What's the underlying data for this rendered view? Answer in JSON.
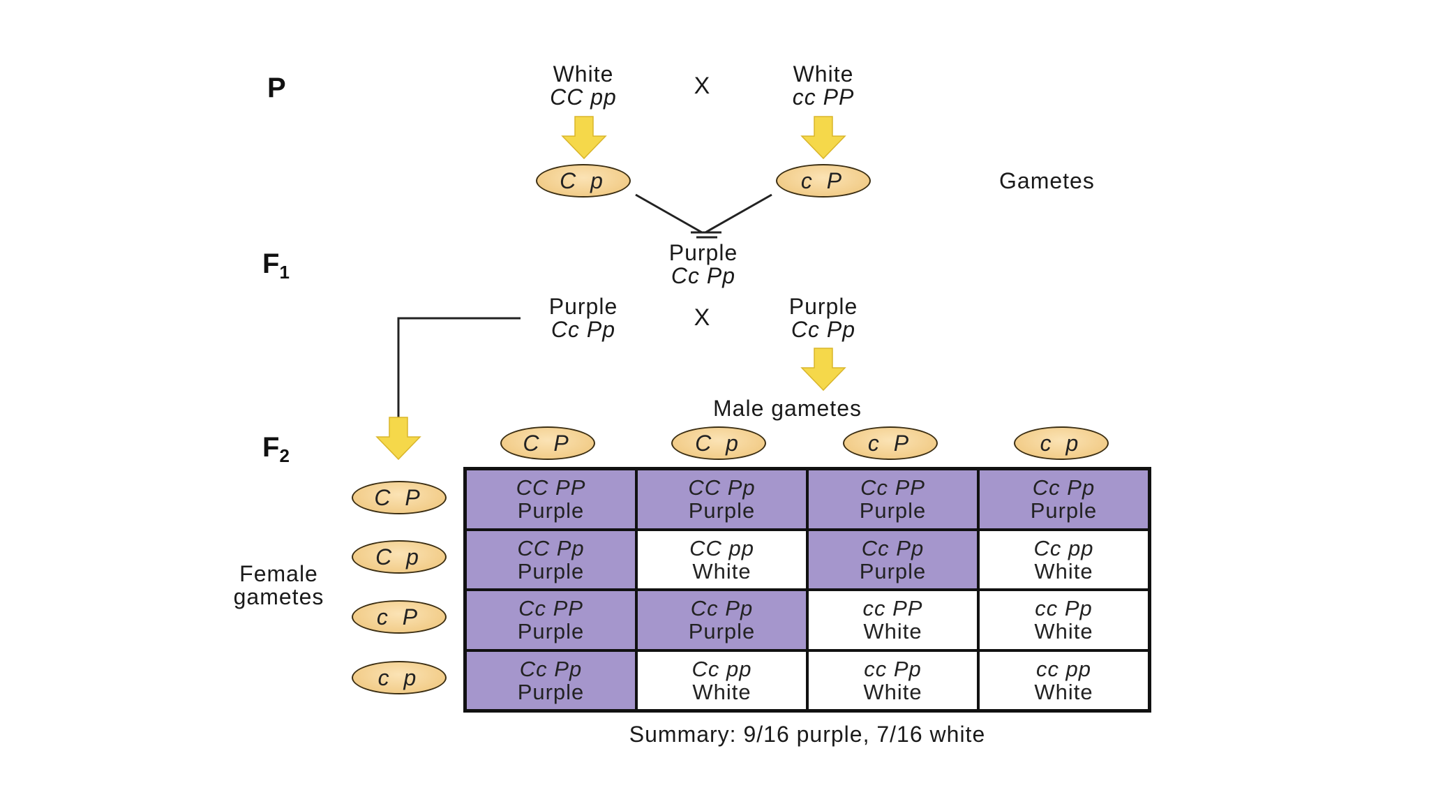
{
  "generations": {
    "p": "P",
    "f1": "F",
    "f1_sub": "1",
    "f2": "F",
    "f2_sub": "2"
  },
  "parents": {
    "left": {
      "phenotype": "White",
      "genotype": "CC pp",
      "gamete": "C p"
    },
    "right": {
      "phenotype": "White",
      "genotype": "cc PP",
      "gamete": "c P"
    },
    "cross_symbol": "X"
  },
  "gametes_label": "Gametes",
  "f1_offspring": {
    "phenotype": "Purple",
    "genotype": "Cc Pp"
  },
  "f1_cross": {
    "left": {
      "phenotype": "Purple",
      "genotype": "Cc Pp"
    },
    "right": {
      "phenotype": "Purple",
      "genotype": "Cc Pp"
    },
    "cross_symbol": "X"
  },
  "male_gametes_label": "Male gametes",
  "female_gametes_label_line1": "Female",
  "female_gametes_label_line2": "gametes",
  "male_gametes": [
    "C P",
    "C p",
    "c P",
    "c p"
  ],
  "female_gametes": [
    "C P",
    "C p",
    "c P",
    "c p"
  ],
  "punnett": [
    [
      {
        "genotype": "CC PP",
        "phenotype": "Purple"
      },
      {
        "genotype": "CC Pp",
        "phenotype": "Purple"
      },
      {
        "genotype": "Cc PP",
        "phenotype": "Purple"
      },
      {
        "genotype": "Cc Pp",
        "phenotype": "Purple"
      }
    ],
    [
      {
        "genotype": "CC Pp",
        "phenotype": "Purple"
      },
      {
        "genotype": "CC pp",
        "phenotype": "White"
      },
      {
        "genotype": "Cc Pp",
        "phenotype": "Purple"
      },
      {
        "genotype": "Cc pp",
        "phenotype": "White"
      }
    ],
    [
      {
        "genotype": "Cc PP",
        "phenotype": "Purple"
      },
      {
        "genotype": "Cc Pp",
        "phenotype": "Purple"
      },
      {
        "genotype": "cc PP",
        "phenotype": "White"
      },
      {
        "genotype": "cc Pp",
        "phenotype": "White"
      }
    ],
    [
      {
        "genotype": "Cc Pp",
        "phenotype": "Purple"
      },
      {
        "genotype": "Cc pp",
        "phenotype": "White"
      },
      {
        "genotype": "cc Pp",
        "phenotype": "White"
      },
      {
        "genotype": "cc pp",
        "phenotype": "White"
      }
    ]
  ],
  "summary": "Summary: 9/16 purple, 7/16 white",
  "colors": {
    "purple_cell": "#a596cc",
    "white_cell": "#ffffff",
    "gamete_fill": "#f2cd8a",
    "arrow_fill": "#f5d84a"
  }
}
